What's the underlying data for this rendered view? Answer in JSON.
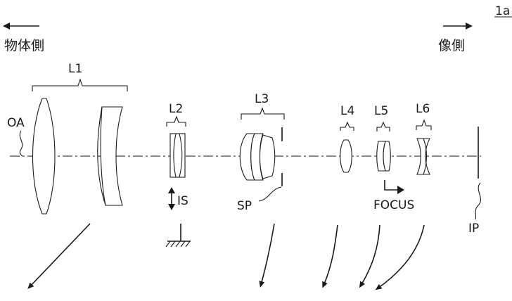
{
  "figure": {
    "figure_id": "1a",
    "object_side": "物体側",
    "image_side": "像側",
    "optical_axis": "OA",
    "image_plane": "IP",
    "aperture_stop": "SP",
    "image_stabilization": "IS",
    "focus": "FOCUS"
  },
  "lens_groups": [
    {
      "id": "L1"
    },
    {
      "id": "L2"
    },
    {
      "id": "L3"
    },
    {
      "id": "L4"
    },
    {
      "id": "L5"
    },
    {
      "id": "L6"
    }
  ]
}
